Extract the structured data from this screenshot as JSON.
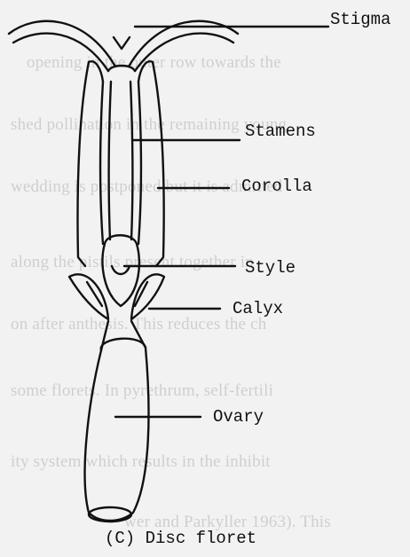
{
  "background_text": [
    "opening in the outer row towards the",
    "shed pollination in the remaining young",
    "wedding is postponed but it is admitted",
    "along the pistils present together in",
    "on after anthesis. This reduces the ch",
    "some florets. In pyrethrum, self-fertili",
    "ity system which results in the inhibit",
    "wer and Parkyller 1963). This"
  ],
  "labels": {
    "stigma": "Stigma",
    "stamens": "Stamens",
    "corolla": "Corolla",
    "style": "Style",
    "calyx": "Calyx",
    "ovary": "Ovary"
  },
  "caption": "(C) Disc floret"
}
